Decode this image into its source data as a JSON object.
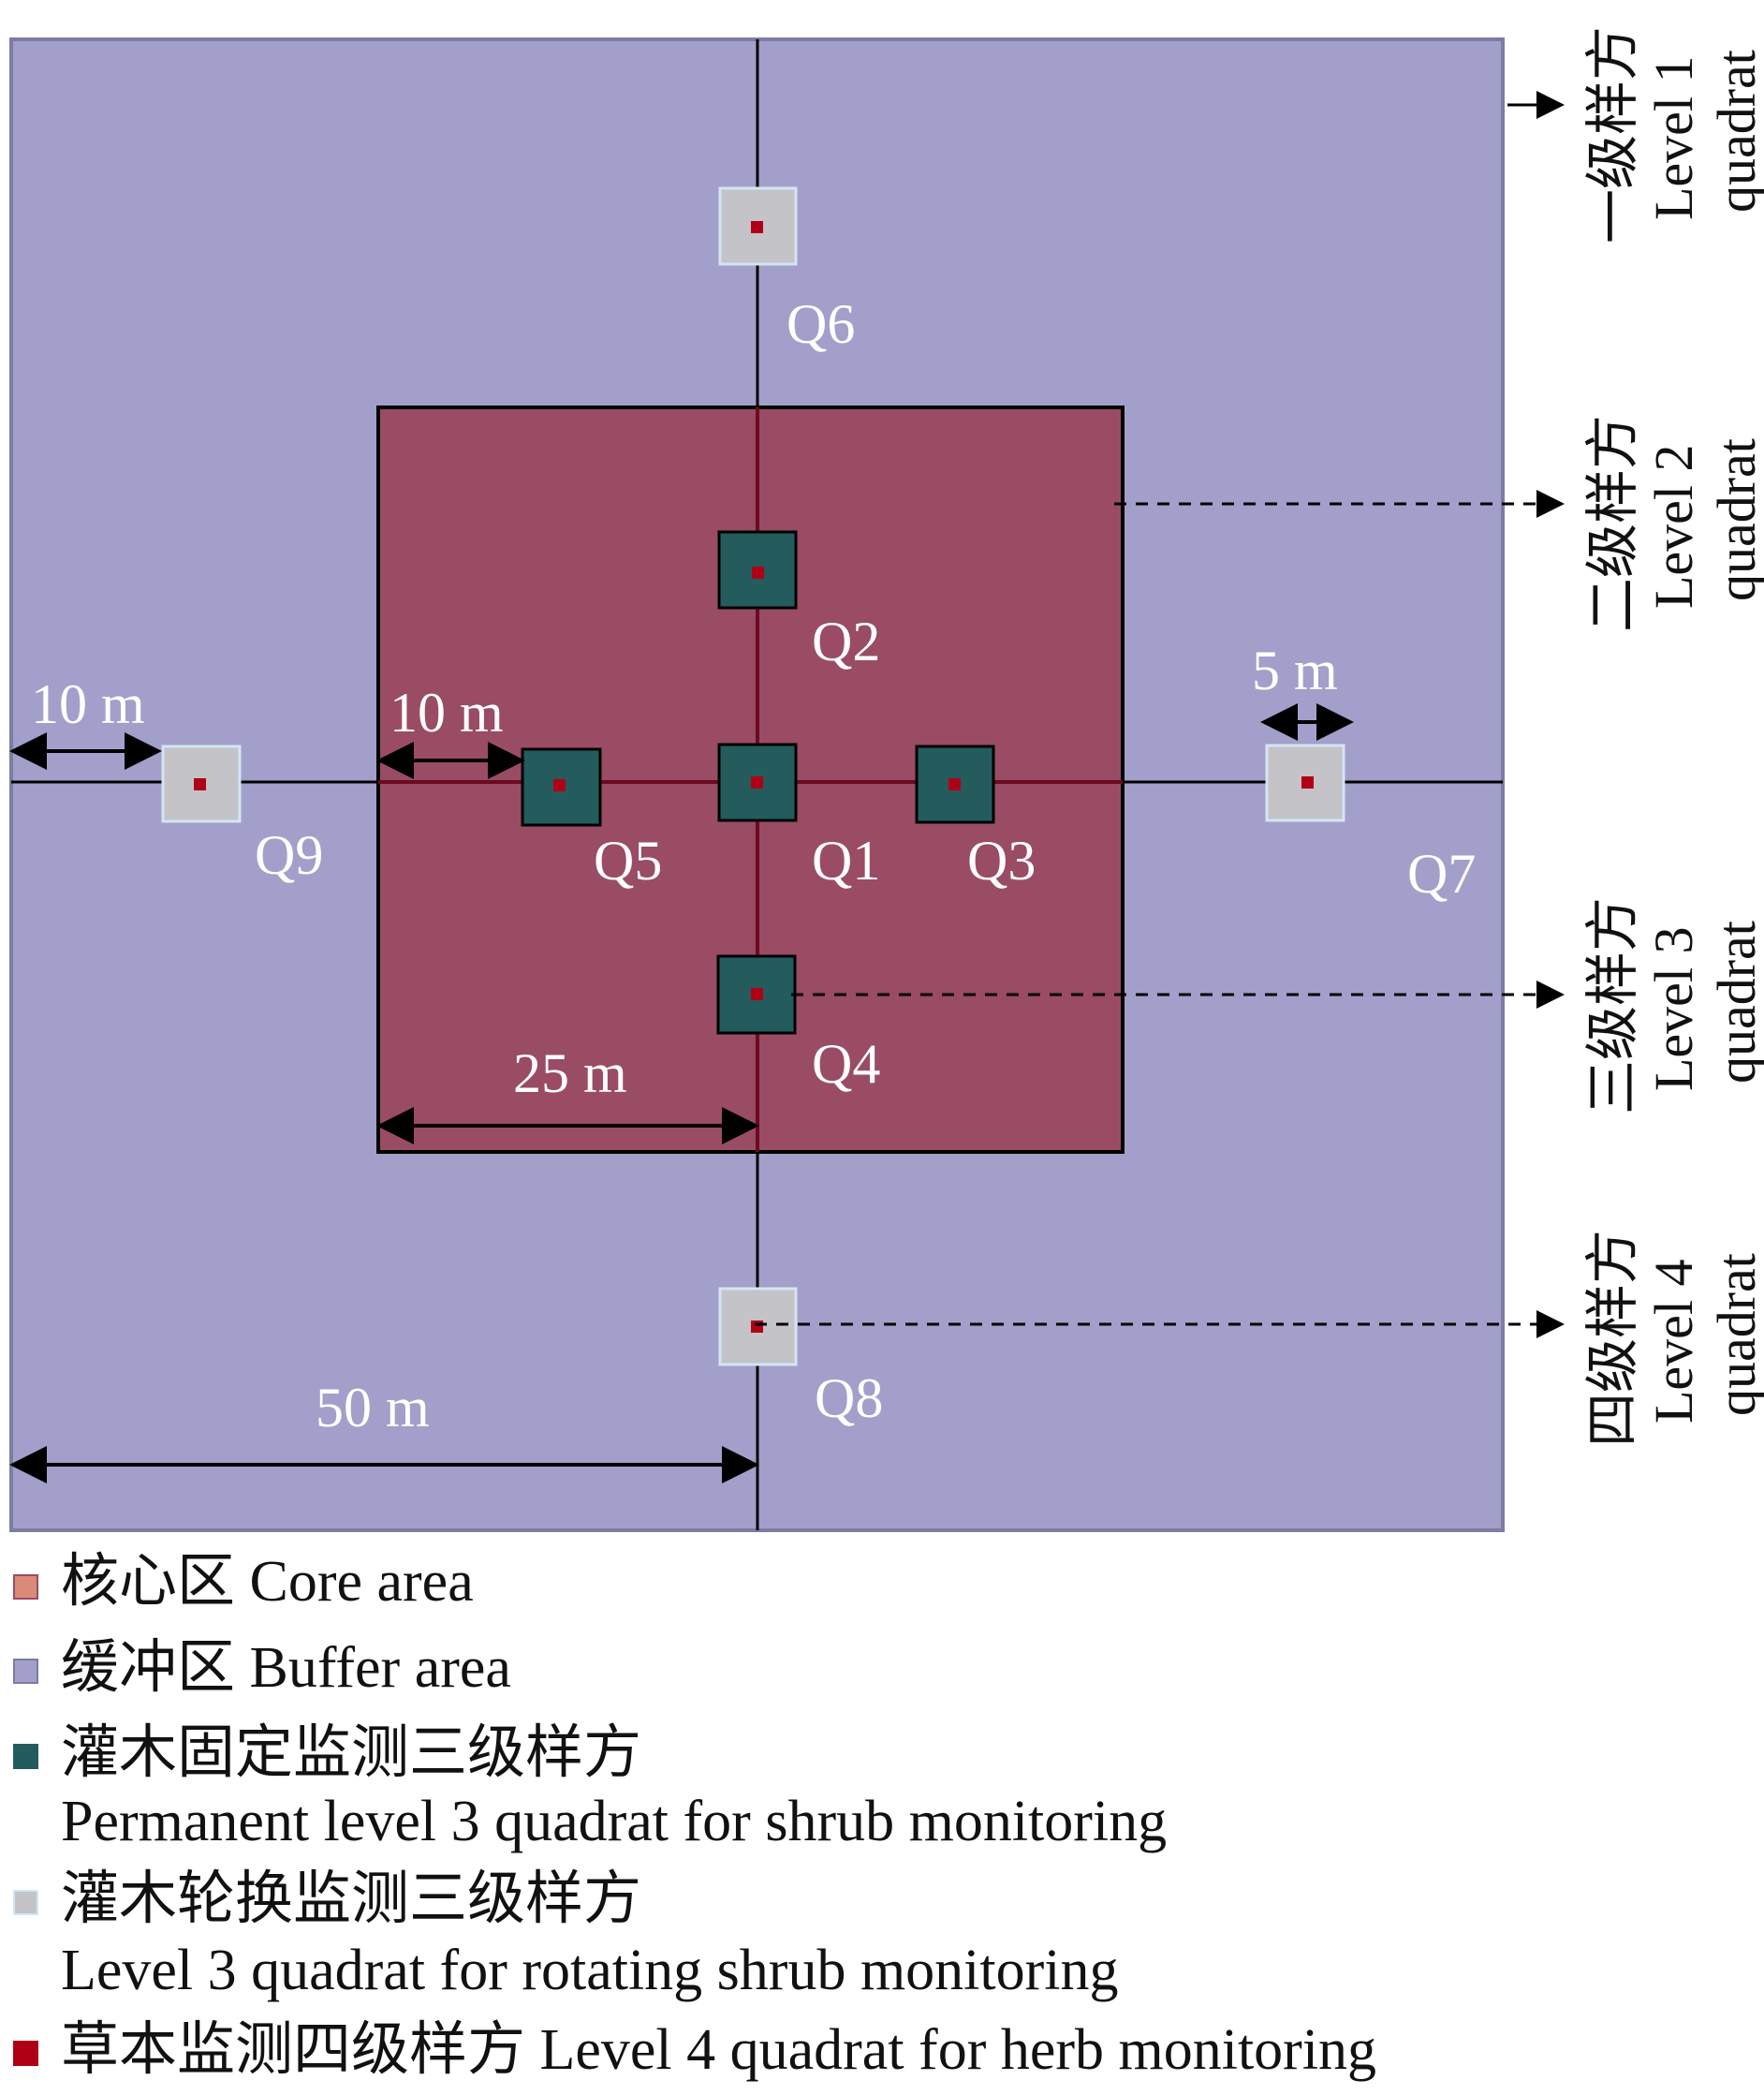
{
  "colors": {
    "buffer": "#a39fcb",
    "core": "#9a4c64",
    "permanent_quadrat": "#245b5d",
    "rotating_quadrat": "#c3c3c8",
    "herb_quadrat": "#b00016"
  },
  "quadrats": {
    "q1": "Q1",
    "q2": "Q2",
    "q3": "Q3",
    "q4": "Q4",
    "q5": "Q5",
    "q6": "Q6",
    "q7": "Q7",
    "q8": "Q8",
    "q9": "Q9"
  },
  "dimensions": {
    "left_buffer": "10 m",
    "left_core": "10 m",
    "small_square": "5 m",
    "core_half": "25 m",
    "buffer_half": "50 m"
  },
  "levels": {
    "level1_zh": "一级样方",
    "level1_en_1": "Level 1",
    "level1_en_2": "quadrat",
    "level2_zh": "二级样方",
    "level2_en_1": "Level 2",
    "level2_en_2": "quadrat",
    "level3_zh": "三级样方",
    "level3_en_1": "Level 3",
    "level3_en_2": "quadrat",
    "level4_zh": "四级样方",
    "level4_en_1": "Level 4",
    "level4_en_2": "quadrat"
  },
  "legend": {
    "core": "核心区 Core area",
    "buffer": "缓冲区 Buffer  area",
    "permanent_zh": "灌木固定监测三级样方",
    "permanent_en": "Permanent level 3 quadrat for shrub monitoring",
    "rotating_zh": "灌木轮换监测三级样方",
    "rotating_en": "Level 3 quadrat for rotating shrub monitoring",
    "herb": "草本监测四级样方 Level 4 quadrat for herb monitoring"
  }
}
